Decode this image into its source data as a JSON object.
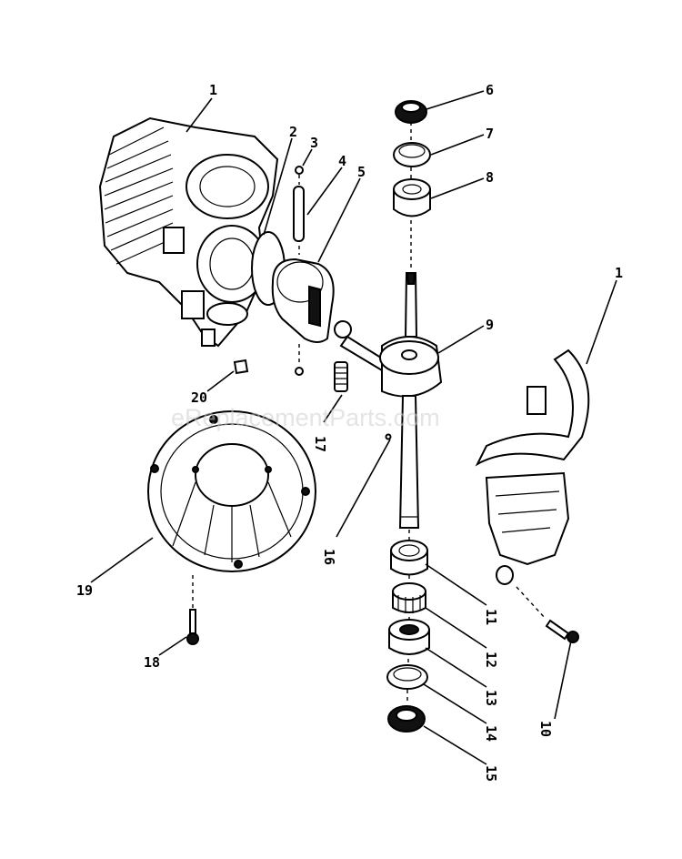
{
  "watermark": "eReplacementParts.com",
  "callouts": {
    "c1a": "1",
    "c1b": "1",
    "c2": "2",
    "c3": "3",
    "c4": "4",
    "c5": "5",
    "c6": "6",
    "c7": "7",
    "c8": "8",
    "c9": "9",
    "c10": "10",
    "c11": "11",
    "c12": "12",
    "c13": "13",
    "c14": "14",
    "c15": "15",
    "c16": "16",
    "c17": "17",
    "c18": "18",
    "c19": "19",
    "c20": "20"
  }
}
